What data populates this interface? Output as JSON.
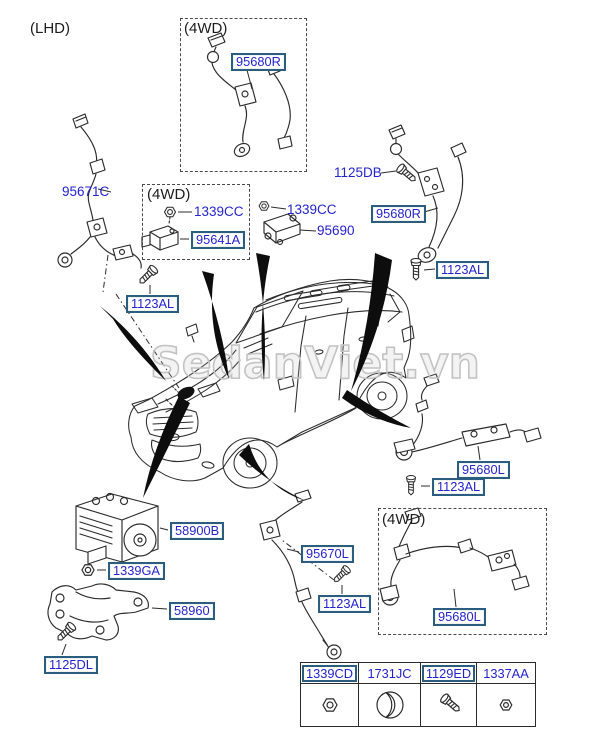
{
  "page": {
    "corner_note": "(LHD)",
    "watermark": "SedanViet.vn",
    "colors": {
      "label_blue": "#2424cf",
      "label_box_border": "#2a5d80",
      "line_black": "#2b2b2b",
      "watermark_gray": "#c3c3c3"
    }
  },
  "fourwd": {
    "top": "(4WD)",
    "left": "(4WD)",
    "bottom_right": "(4WD)"
  },
  "callouts": {
    "c95680R_top": "95680R",
    "c95671C": "95671C",
    "c1339CC_left": "1339CC",
    "c95641A": "95641A",
    "c1339CC_right": "1339CC",
    "c95690": "95690",
    "c1125DB": "1125DB",
    "c95680R_right": "95680R",
    "c1123AL_right_top": "1123AL",
    "c1123AL_left": "1123AL",
    "c58900B": "58900B",
    "c1339GA": "1339GA",
    "c58960": "58960",
    "c1125DL": "1125DL",
    "c95670L": "95670L",
    "c1123AL_mid": "1123AL",
    "c95680L_right": "95680L",
    "c1123AL_right_bottom": "1123AL",
    "c95680L_bottom": "95680L"
  },
  "legend_table": {
    "columns": [
      {
        "code": "1339CD",
        "boxed": true,
        "icon": "nut-icon"
      },
      {
        "code": "1731JC",
        "boxed": false,
        "icon": "plug-icon"
      },
      {
        "code": "1129ED",
        "boxed": true,
        "icon": "bolt-icon"
      },
      {
        "code": "1337AA",
        "boxed": false,
        "icon": "nut-icon"
      }
    ]
  }
}
